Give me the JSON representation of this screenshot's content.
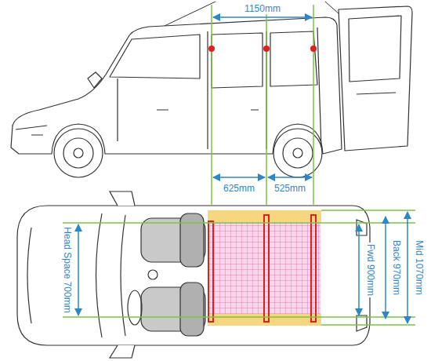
{
  "diagram": {
    "labels": [
      "1150mm",
      "625mm",
      "525mm",
      "Head Space 700mm",
      "Fwd 900mm",
      "Back 970mm",
      "Mid 1070mm"
    ]
  }
}
